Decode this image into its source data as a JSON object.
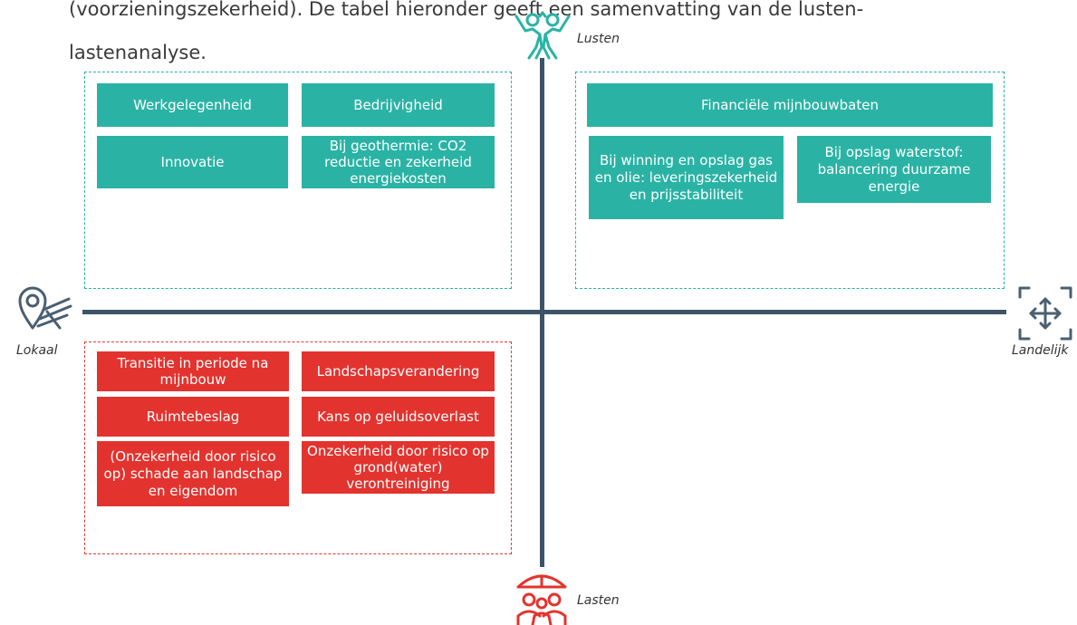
{
  "intro": {
    "line1": "(voorzieningszekerheid). De tabel hieronder geeft een samenvatting van de lusten-",
    "line2": "lastenanalyse."
  },
  "axes": {
    "top": "Lusten",
    "bottom": "Lasten",
    "left": "Lokaal",
    "right": "Landelijk"
  },
  "colors": {
    "lusten": "#2ab3a5",
    "lasten": "#e3332e",
    "axis": "#3d5468"
  },
  "lusten_lokaal": [
    "Werkgelegenheid",
    "Bedrijvigheid",
    "Innovatie",
    "Bij geothermie: CO2 reductie en zekerheid energiekosten"
  ],
  "lusten_landelijk": [
    "Financiële mijnbouwbaten",
    "Bij winning en opslag gas en olie: leveringszekerheid en prijsstabiliteit",
    "Bij opslag waterstof: balancering duurzame energie"
  ],
  "lasten_lokaal": [
    "Transitie in periode na mijnbouw",
    "Landschapsverandering",
    "Ruimtebeslag",
    "Kans op geluidsoverlast",
    "(Onzekerheid door risico op) schade aan landschap en eigendom",
    "Onzekerheid door risico op grond(water) verontreiniging"
  ],
  "icons": {
    "top": "celebrating-people-icon",
    "bottom": "umbrella-people-icon",
    "left": "map-pin-icon",
    "right": "expand-arrows-icon"
  }
}
